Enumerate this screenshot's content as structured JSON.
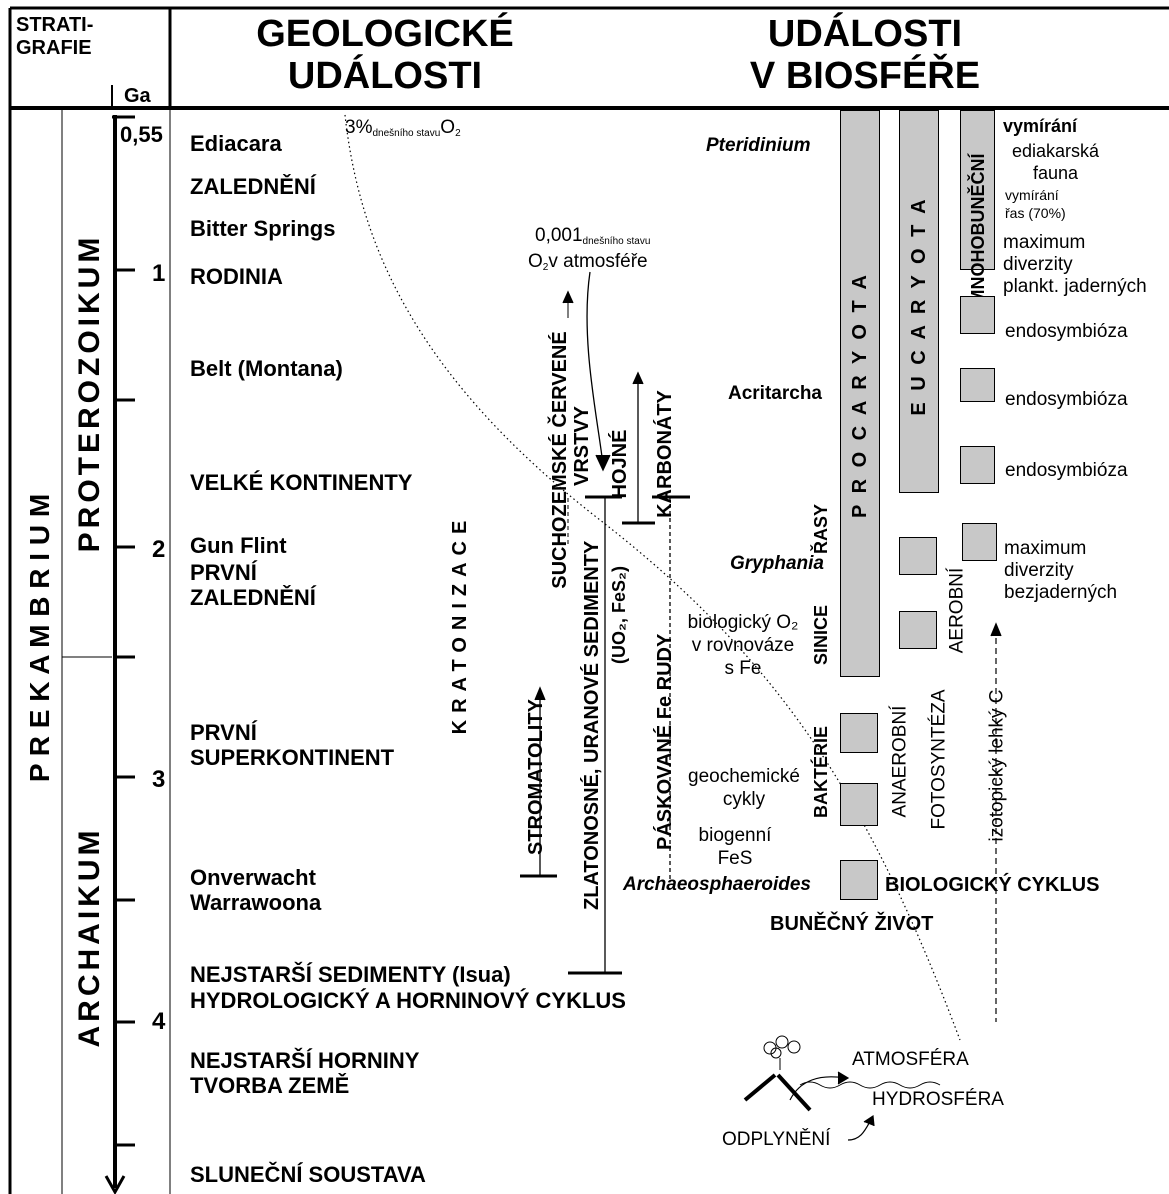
{
  "header": {
    "stratigrafie": "STRATI-\nGRAFIE",
    "ga": "Ga",
    "geologicke": "GEOLOGICKÉ\nUDÁLOSTI",
    "biosfere": "UDÁLOSTI\nV BIOSFÉŘE"
  },
  "strat": {
    "prekambrium": "P R E K A M B R I U M",
    "proterozoikum": "PROTEROZOIKUM",
    "archaikum": "ARCHAIKUM"
  },
  "axis": {
    "labels": [
      "0,55",
      "1",
      "2",
      "3",
      "4"
    ]
  },
  "geo_events": {
    "ediacara": "Ediacara",
    "zaledneni": "ZALEDNĚNÍ",
    "bitter": "Bitter Springs",
    "rodinia": "RODINIA",
    "belt": "Belt (Montana)",
    "velke": "VELKÉ KONTINENTY",
    "gunflint": "Gun Flint",
    "prvni_zal": "PRVNÍ\nZALEDNĚNÍ",
    "prvni_super": "PRVNÍ\nSUPERKONTINENT",
    "onverwacht": "Onverwacht\nWarrawoona",
    "nejstarsi_sed": "NEJSTARŠÍ SEDIMENTY (Isua)",
    "hydro": "HYDROLOGICKÝ A HORNINOVÝ CYKLUS",
    "nejstarsi_hor": "NEJSTARŠÍ HORNINY\nTVORBA ZEMĚ",
    "slunecni": "SLUNEČNÍ SOUSTAVA"
  },
  "notes": {
    "o2_3pct_a": "3%",
    "o2_3pct_b": "dnešního stavu",
    "o2_3pct_c": "O",
    "o2_001_a": "0,001",
    "o2_001_b": "dnešního stavu",
    "o2_001_c": "O",
    "o2_001_d": "v atmosféře",
    "kratonizace": "KRATONIZACE",
    "suchozemske": "SUCHOZEMSKÉ ČERVENÉ",
    "vrstvy": "VRSTVY",
    "hojne": "HOJNÉ",
    "karbonaty": "KARBONÁTY",
    "zlatonosne": "ZLATONOSNÉ, URANOVÉ SEDIMENTY",
    "uo2": "(UO₂, FeS₂)",
    "paskovane": "PÁSKOVANÉ Fe RUDY",
    "stromatolity": "STROMATOLITY",
    "bio_o2": "biologický O₂\nv rovnováze\ns Fe",
    "geochem": "geochemické\ncykly",
    "biogenni": "biogenní\nFeS"
  },
  "bio": {
    "pteridinium": "Pteridinium",
    "acritarcha": "Acritarcha",
    "gryphania": "Gryphania",
    "archaeo": "Archaeosphaeroides",
    "procaryota": "P R O C A R Y O T A",
    "eucaryota": "E U C A R Y O T A",
    "mnohobunecni": "MNOHOBUNĚČNÍ",
    "sinice": "SINICE",
    "rasy": "ŘASY",
    "bakterie": "BAKTÉRIE",
    "anaerobni": "ANAEROBNÍ",
    "fotosynteza": "FOTOSYNTÉZA",
    "aerobni": "AEROBNÍ",
    "izotopicky": "izotopický lehký C",
    "vymirani": "vymírání",
    "ediakarska": "ediakarská\nfauna",
    "vymirani_ras": "vymírání\nřas (70%)",
    "max_jad": "maximum\ndiverzity\nplankt. jaderných",
    "endo1": "endosymbióza",
    "endo2": "endosymbióza",
    "endo3": "endosymbióza",
    "max_bez": "maximum\ndiverzity\nbezjaderných",
    "bio_cyklus": "BIOLOGICKÝ CYKLUS",
    "bunecny": "BUNĚČNÝ ŽIVOT",
    "atmosfera": "ATMOSFÉRA",
    "hydrosfera": "HYDROSFÉRA",
    "odplyneni": "ODPLYNĚNÍ"
  }
}
